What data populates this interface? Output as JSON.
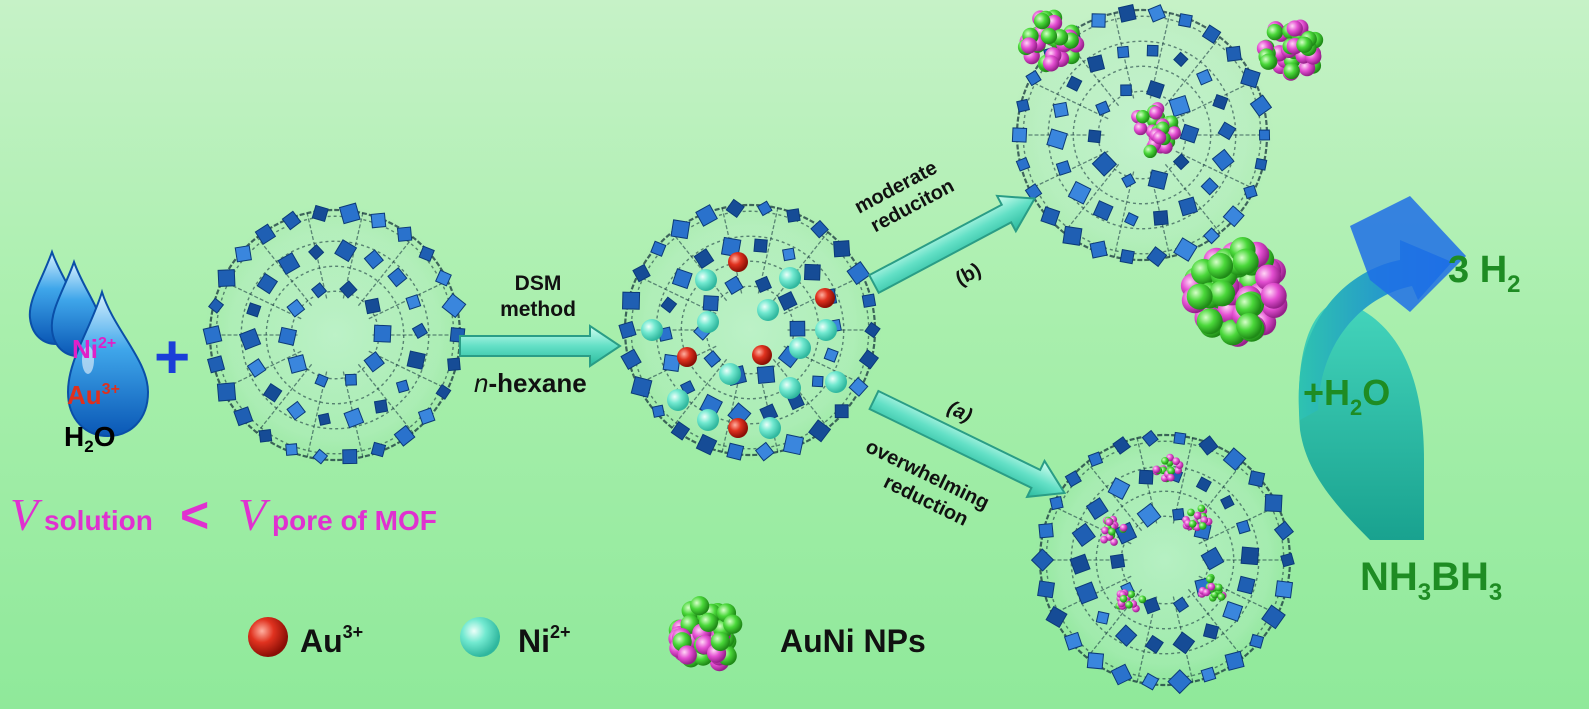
{
  "solution": {
    "ni_base": "Ni",
    "ni_sup": "2+",
    "au_base": "Au",
    "au_sup": "3+",
    "water_h": "H",
    "water_sub": "2",
    "water_o": "O"
  },
  "plus_sign": "+",
  "volume": {
    "left_sym": "V",
    "left_sub": "solution",
    "compare": "<",
    "right_sym": "V",
    "right_sub": "pore of MOF"
  },
  "step1": {
    "line1": "DSM",
    "line2": "method",
    "solvent_italic": "n",
    "solvent_rest": "-hexane"
  },
  "path_b": {
    "line1": "moderate",
    "line2": "reduciton",
    "tag": "(b)"
  },
  "path_a": {
    "tag": "(a)",
    "line1": "overwhelming",
    "line2": "reduction"
  },
  "reaction": {
    "product_coef": "3 H",
    "product_sub": "2",
    "water_add": "+H",
    "water_sub": "2",
    "water_o": "O",
    "ab_nh": "NH",
    "ab_sub1": "3",
    "ab_bh": "BH",
    "ab_sub2": "3"
  },
  "legend": {
    "au_label": "Au",
    "au_sup": "3+",
    "ni_label": "Ni",
    "ni_sup": "2+",
    "np_label": "AuNi NPs"
  },
  "colors": {
    "mof_blue": "#1f5fb3",
    "au_red": "#d8281a",
    "ni_cyan": "#6fe8cf",
    "np_green": "#4cd43a",
    "np_magenta": "#e24fd0",
    "text_green": "#1e8c23",
    "magenta_text": "#e030d0"
  }
}
